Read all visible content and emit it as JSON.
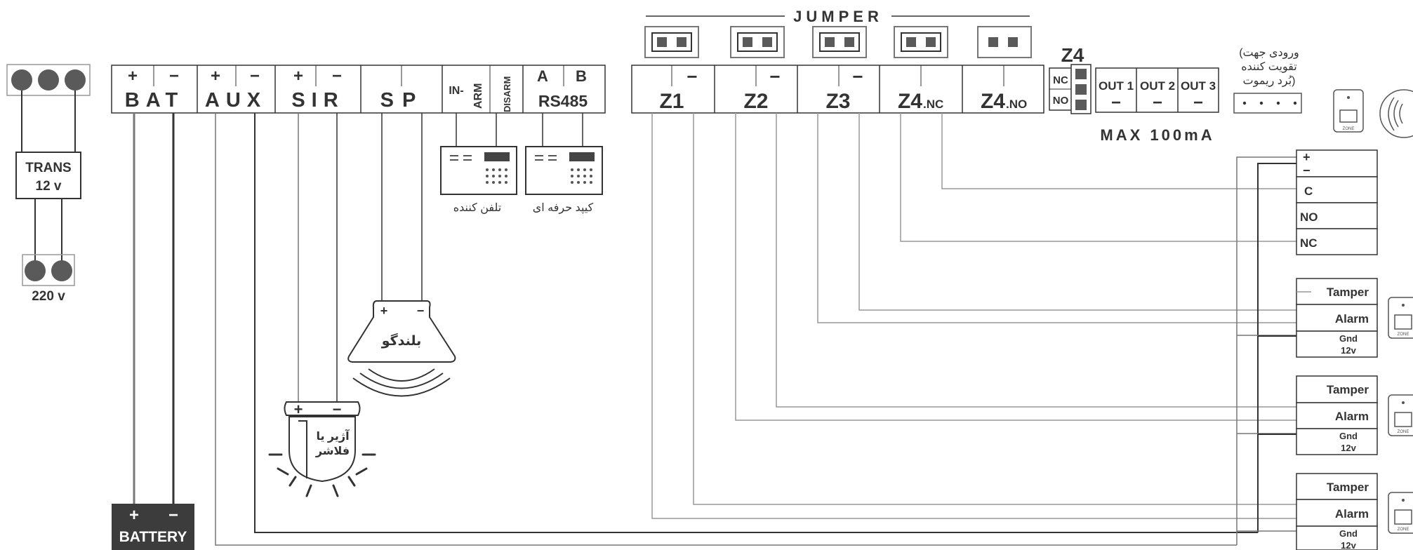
{
  "jumper_header": "JUMPER",
  "transformer": {
    "label": "TRANS",
    "voltage": "12 v",
    "mains": "220 v"
  },
  "battery": {
    "plus": "+",
    "minus": "−",
    "label": "BATTERY"
  },
  "terminals": {
    "bat": {
      "label": "BAT",
      "plus": "+",
      "minus": "−"
    },
    "aux": {
      "label": "AUX",
      "plus": "+",
      "minus": "−"
    },
    "sir": {
      "label": "SIR",
      "plus": "+",
      "minus": "−"
    },
    "sp": {
      "label": "SP"
    },
    "in_label": "IN-",
    "arm_label": "ARM",
    "disarm_label": "DISARM",
    "rs485": {
      "label": "RS485",
      "a": "A",
      "b": "B"
    },
    "zones": [
      {
        "label": "Z1",
        "minus": "−"
      },
      {
        "label": "Z2",
        "minus": "−"
      },
      {
        "label": "Z3",
        "minus": "−"
      },
      {
        "label": "Z4",
        "sub": ".NC"
      },
      {
        "label": "Z4",
        "sub": ".NO"
      }
    ],
    "z4_title": "Z4",
    "z4_nc": "NC",
    "z4_no": "NO",
    "outputs": [
      {
        "label": "OUT 1",
        "minus": "−"
      },
      {
        "label": "OUT 2",
        "minus": "−"
      },
      {
        "label": "OUT 3",
        "minus": "−"
      }
    ],
    "max_current": "MAX 100mA"
  },
  "remote_input_note": [
    "(ورودی جهت",
    "تقویت کننده",
    "بُرد ریموت)"
  ],
  "devices": {
    "phone_dialer": "تلفن کننده",
    "pro_keypad": "کیپد حرفه ای",
    "speaker": "بلندگو",
    "siren_flasher": [
      "آژیر یا",
      "فلاشر"
    ],
    "speaker_plus": "+",
    "speaker_minus": "−",
    "siren_plus": "+",
    "siren_minus": "−"
  },
  "relay_block": {
    "plus": "+",
    "minus": "−",
    "c": "C",
    "no": "NO",
    "nc": "NC"
  },
  "sensor_blocks": [
    {
      "tamper": "Tamper",
      "alarm": "Alarm",
      "gnd": "Gnd",
      "v12": "12v"
    },
    {
      "tamper": "Tamper",
      "alarm": "Alarm",
      "gnd": "Gnd",
      "v12": "12v"
    },
    {
      "tamper": "Tamper",
      "alarm": "Alarm",
      "gnd": "Gnd",
      "v12": "12v"
    }
  ],
  "zone_device_label": "ZONE",
  "colors": {
    "dark": "#3a3a3a",
    "light": "#9a9a9a",
    "battery_fill": "#3c3c3c",
    "jumper_fill": "#5a5a5a"
  }
}
